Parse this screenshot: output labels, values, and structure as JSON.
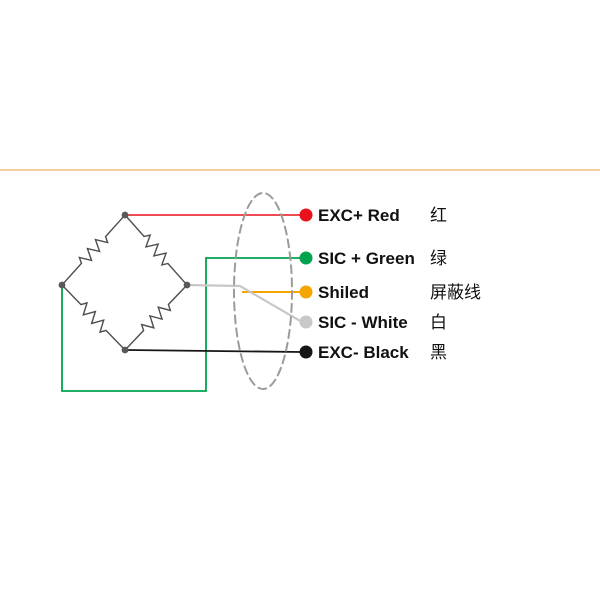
{
  "page": {
    "background_color": "#ffffff"
  },
  "divider": {
    "color": "#f0bc7e"
  },
  "bridge": {
    "stroke_color": "#4d4d4d",
    "node_color": "#595959"
  },
  "cable": {
    "outline_color": "#9b9b9b"
  },
  "legend": {
    "items": [
      {
        "id": "exc-plus",
        "label": "EXC+ Red",
        "label_cn": "红",
        "color": "#e8111c"
      },
      {
        "id": "sic-plus",
        "label": "SIC + Green",
        "label_cn": "绿",
        "color": "#00a44f"
      },
      {
        "id": "shield",
        "label": "Shiled",
        "label_cn": "屏蔽线",
        "color": "#f5a500"
      },
      {
        "id": "sic-minus",
        "label": "SIC - White",
        "label_cn": "白",
        "color": "#c8c8c8"
      },
      {
        "id": "exc-minus",
        "label": "EXC- Black",
        "label_cn": "黑",
        "color": "#161616"
      }
    ]
  }
}
